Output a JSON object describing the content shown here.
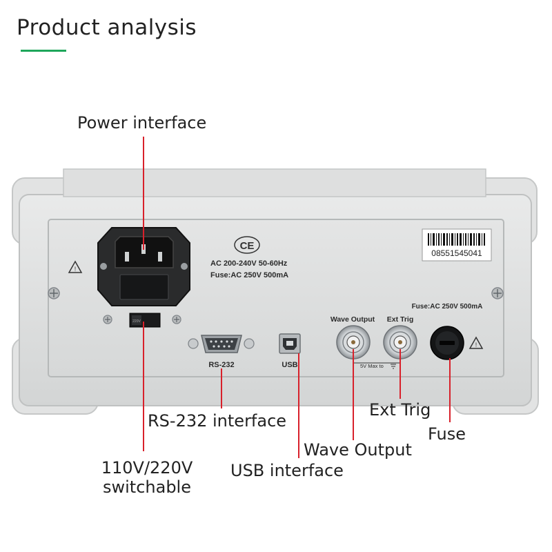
{
  "page": {
    "title": "Product analysis",
    "accent_color": "#1ea65a",
    "leader_color": "#d8202a"
  },
  "callouts": {
    "power": "Power interface",
    "rs232": "RS-232 interface",
    "voltage_line1": "110V/220V",
    "voltage_line2": "switchable",
    "usb": "USB interface",
    "wave_output": "Wave Output",
    "ext_trig": "Ext Trig",
    "fuse": "Fuse"
  },
  "panel": {
    "ce_mark": "CE",
    "rating_line1": "AC 200-240V 50-60Hz",
    "rating_line2": "Fuse:AC 250V 500mA",
    "serial_number": "08551545041",
    "fuse_rating": "Fuse:AC 250V 500mA",
    "wave_output_label": "Wave Output",
    "ext_trig_label": "Ext Trig",
    "rs232_label": "RS-232",
    "usb_label": "USB",
    "bnc_note": "5V Max to",
    "switch_text": "220V",
    "warning_icon": "warning-triangle-icon"
  }
}
